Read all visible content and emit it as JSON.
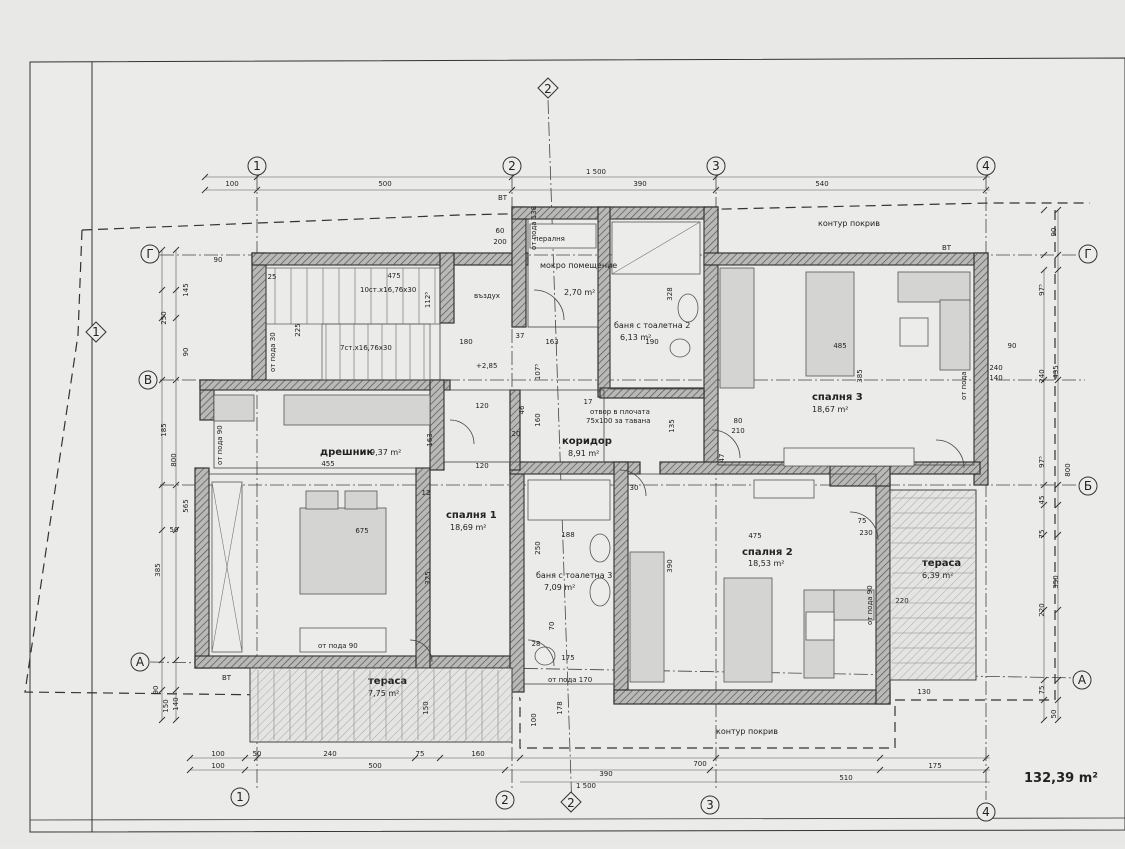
{
  "axes": {
    "cols": [
      "1",
      "2",
      "3",
      "4"
    ],
    "rows": [
      "Г",
      "В",
      "Б",
      "А"
    ],
    "axis_two_label": "2"
  },
  "rooms": [
    {
      "id": "wardrobe",
      "name": "дрешник",
      "area": "9,37 m²"
    },
    {
      "id": "bedroom1",
      "name": "спалня 1",
      "area": "18,69 m²"
    },
    {
      "id": "bedroom2",
      "name": "спалня 2",
      "area": "18,53 m²"
    },
    {
      "id": "bedroom3",
      "name": "спалня 3",
      "area": "18,67 m²"
    },
    {
      "id": "corridor",
      "name": "коридор",
      "area": "8,91 m²"
    },
    {
      "id": "bath2",
      "name": "баня с тоалетна 2",
      "area": "6,13 m²"
    },
    {
      "id": "bath3",
      "name": "баня с тоалетна 3",
      "area": "7,09 m²"
    },
    {
      "id": "wetroom",
      "name": "мокро помещение",
      "area": "2,70 m²"
    },
    {
      "id": "terrace_left",
      "name": "тераса",
      "area": "7,75 m²"
    },
    {
      "id": "terrace_right",
      "name": "тераса",
      "area": "6,39 m²"
    }
  ],
  "notes": {
    "roof_top": "контур покрив",
    "roof_bottom": "контур покрив",
    "stairs_upper": "10ст.х16,76х30",
    "stairs_lower": "7ст.х16,76х30",
    "air": "въздух",
    "level": "+2,85",
    "ceiling_opening_1": "отвор в плочата",
    "ceiling_opening_2": "75х100 за тавана",
    "washer": "пералня",
    "vt_1": "ВТ",
    "vt_2": "ВТ",
    "vt_3": "ВТ",
    "from_floor_30": "от пода 30",
    "from_floor_90a": "от пода 90",
    "from_floor_90b": "от пода 90",
    "from_floor_90c": "от пода 90",
    "from_floor_170": "от пода 170",
    "from_floor_138": "от пода 138",
    "from_floor_b": "от пода"
  },
  "dims_top": {
    "row1": [
      "100",
      "500",
      "390",
      "540"
    ],
    "row1_total": "1 500"
  },
  "dims_bottom": {
    "row1": [
      "100",
      "50",
      "240",
      "75",
      "160"
    ],
    "row2": [
      "100",
      "500",
      "700",
      "175"
    ],
    "row3": [
      "390",
      "510"
    ],
    "total": "1 500"
  },
  "dims_left": [
    "90",
    "145",
    "250",
    "90",
    "185",
    "800",
    "565",
    "50",
    "385",
    "90",
    "150",
    "140"
  ],
  "dims_right": [
    "90",
    "97⁵",
    "240",
    "435",
    "800",
    "97⁵",
    "45",
    "75",
    "350",
    "220",
    "75",
    "50"
  ],
  "dims_inner": {
    "d475a": "475",
    "d475b": "475",
    "d180": "180",
    "d485": "485",
    "d455": "455",
    "d675": "675",
    "d325": "325",
    "d390": "390",
    "d385": "385",
    "d163a": "163",
    "d163b": "163",
    "d120a": "120",
    "d120b": "120",
    "d188": "188",
    "d175": "175",
    "d130": "130",
    "d328": "328",
    "d135": "135",
    "d60": "60",
    "d200": "200",
    "d240": "240",
    "d140": "140",
    "d220": "220",
    "d80": "80",
    "d210": "210",
    "d25": "25",
    "d12": "12",
    "d17": "17",
    "d37": "37",
    "d190": "190",
    "d225": "225",
    "d112": "112⁵",
    "d107": "107⁵",
    "d160": "160",
    "d46": "46",
    "d150": "150",
    "d100": "100",
    "d178": "178",
    "d47": "47",
    "d30": "30",
    "d75": "75",
    "d230": "230",
    "d20": "20",
    "d28": "28",
    "d70": "70",
    "d250": "250",
    "d90": "90"
  },
  "total_area": "132,39 m²"
}
